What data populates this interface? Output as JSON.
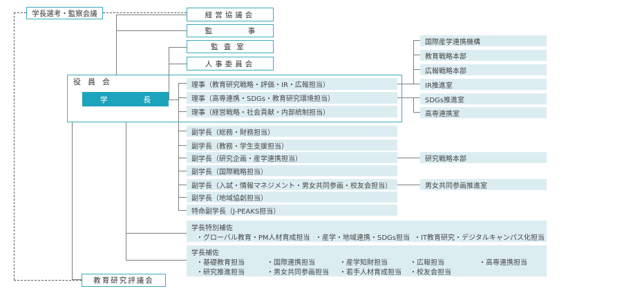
{
  "selection_council": "学長選考・監察会議",
  "management_council": "経営協議会",
  "auditor": {
    "left": "監",
    "right": "事"
  },
  "audit_office": "監査室",
  "personnel_committee": "人事委員会",
  "board_label": "役員会",
  "president": {
    "left": "学",
    "right": "長"
  },
  "directors": [
    "理事（教育研究戦略・評価・IR・広報担当）",
    "理事（高専連携・SDGs・教育研究環境担当）",
    "理事（経営戦略・社会貢献・内部統制担当）"
  ],
  "vice_presidents": [
    "副学長（総務・財務担当）",
    "副学長（教務・学生支援担当）",
    "副学長（研究企画・産学連携担当）",
    "副学長（国際戦略担当）",
    "副学長（入試・情報マネジメント・男女共同参画・校友会担当）",
    "副学長（地域協創担当）",
    "特命副学長（J-PEAKS担当）"
  ],
  "right_units": {
    "group1": [
      "国際産学連携機構",
      "教育戦略本部",
      "広報戦略本部",
      "IR推進室"
    ],
    "group2": [
      "SDGs推進室",
      "高専連携室"
    ],
    "research": "研究戦略本部",
    "gender": "男女共同参画推進室"
  },
  "special_advisors": {
    "title": "学長特別補佐",
    "items": [
      "・グローバル教育・PM人材育成担当",
      "・産学・地域連携・SDGs担当",
      "・IT教育研究・デジタルキャンパス化担当"
    ]
  },
  "advisors": {
    "title": "学長補佐",
    "row1": [
      "・基礎教育担当",
      "・国際連携担当",
      "・産学知財担当",
      "・広報担当",
      "・高専連携担当"
    ],
    "row2": [
      "・研究推進担当",
      "・男女共同参画担当",
      "・若手人材育成担当",
      "・校友会担当"
    ]
  },
  "education_council": "教育研究評議会",
  "colors": {
    "accent": "#1ea3bd",
    "border": "#3aa9be",
    "fill": "#dcedf2",
    "line": "#7d7d7d"
  }
}
